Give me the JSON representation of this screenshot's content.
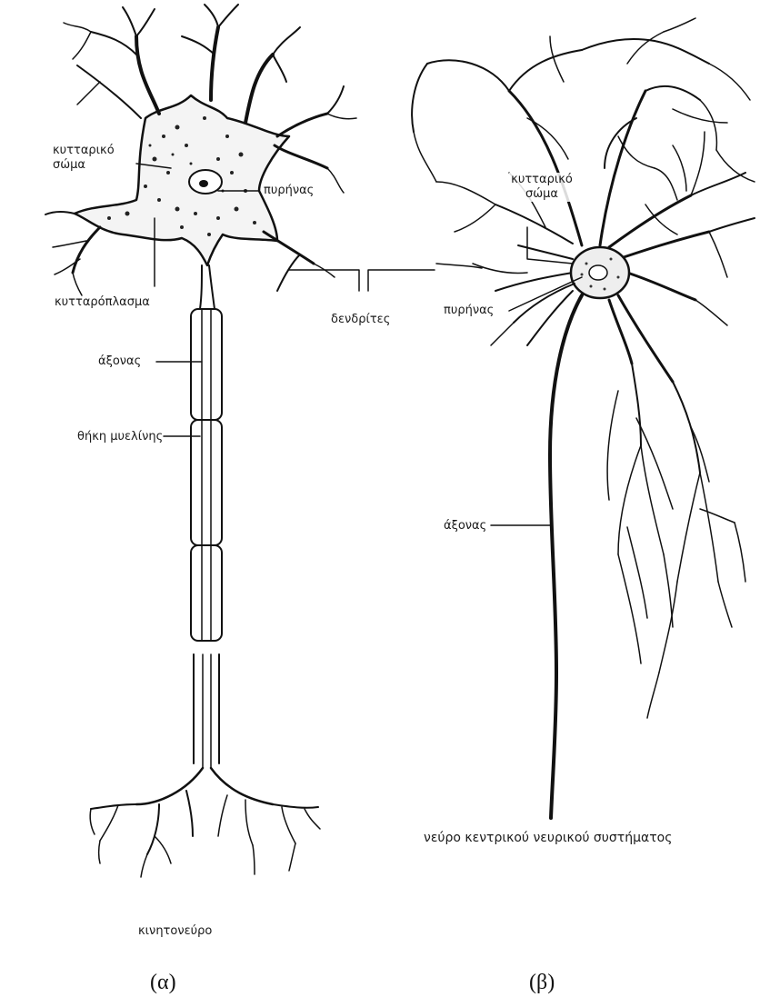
{
  "neuron_a": {
    "label_cell_body": "κυτταρικό σώμα",
    "label_nucleus": "πυρήνας",
    "label_cytoplasm": "κυτταρόπλασμα",
    "label_axon": "άξονας",
    "label_myelin_sheath": "θήκη μυελίνης",
    "title": "κινητονεύρο",
    "caption": "(α)"
  },
  "shared": {
    "label_dendrites": "δενδρίτες"
  },
  "neuron_b": {
    "label_cell_body": "κυτταρικό σώμα",
    "label_nucleus": "πυρήνας",
    "label_axon": "άξονας",
    "title": "νεύρο κεντρικού νευρικού συστήματος",
    "caption": "(β)"
  },
  "colors": {
    "ink": "#111111",
    "background": "#ffffff"
  }
}
